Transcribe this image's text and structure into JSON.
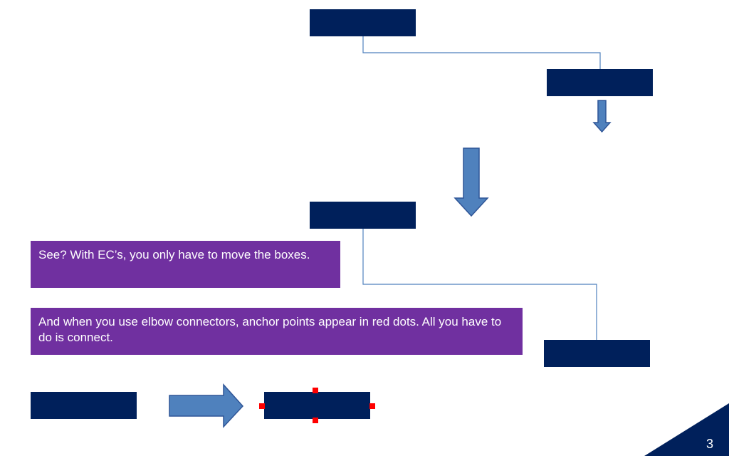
{
  "notes": {
    "ec_note": "See? With EC’s, you only have to move the boxes.",
    "elbow_note": "And when you use elbow connectors, anchor points appear in red dots. All you have to do is connect."
  },
  "slide": {
    "number": "3"
  },
  "colors": {
    "box_fill": "#00205b",
    "note_fill": "#7030a0",
    "connector": "#4f81bd",
    "arrow_fill": "#4f81bd",
    "arrow_stroke": "#2f5597",
    "anchor": "#ff0000",
    "corner": "#00205b"
  }
}
